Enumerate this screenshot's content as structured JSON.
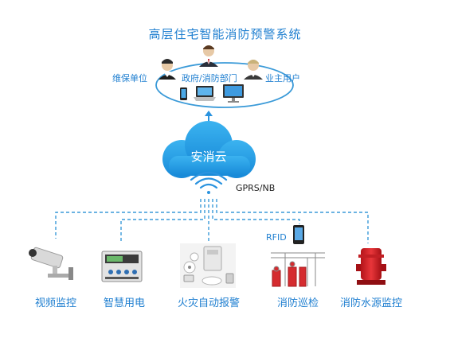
{
  "title": "高层住宅智能消防预警系统",
  "parties": {
    "maintenance": "维保单位",
    "government": "政府/消防部门",
    "owner": "业主用户"
  },
  "cloud": {
    "label": "安消云"
  },
  "network": {
    "label": "GPRS/NB"
  },
  "rfid": {
    "label": "RFID"
  },
  "devices": [
    {
      "label": "视频监控",
      "icon": "camera-icon"
    },
    {
      "label": "智慧用电",
      "icon": "power-meter-icon"
    },
    {
      "label": "火灾自动报警",
      "icon": "smoke-detector-icon"
    },
    {
      "label": "消防巡检",
      "icon": "pump-room-icon"
    },
    {
      "label": "消防水源监控",
      "icon": "fire-pump-icon"
    }
  ],
  "colors": {
    "accent": "#1f7fd0",
    "cloud": "#1e9fe8",
    "line": "#3a9ad8"
  }
}
